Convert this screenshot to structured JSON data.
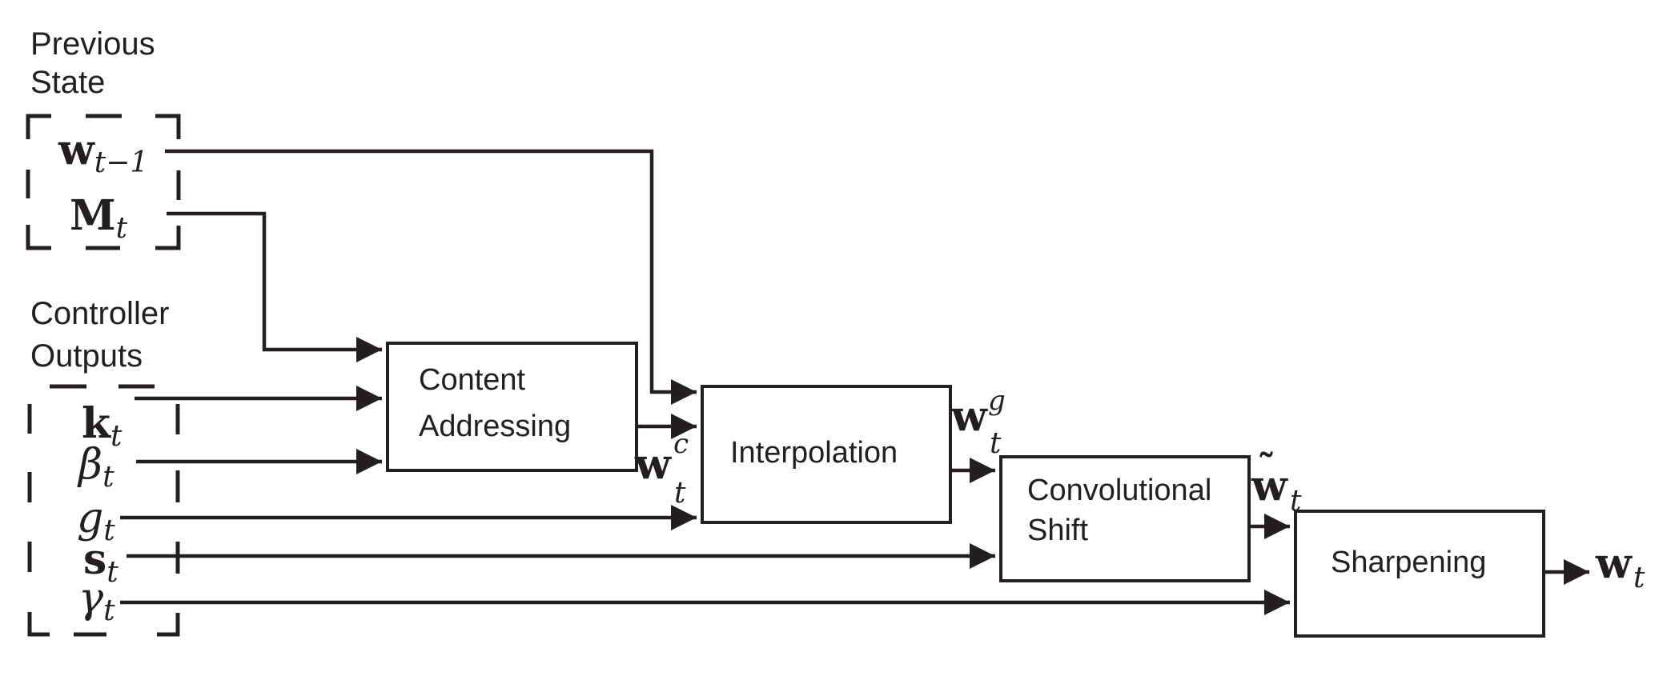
{
  "page": {
    "background": "#ffffff",
    "ink": "#231f20"
  },
  "groups": {
    "previous_state": {
      "line1": "Previous",
      "line2": "State"
    },
    "controller_outputs": {
      "line1": "Controller",
      "line2": "Outputs"
    }
  },
  "variables": {
    "w_prev": {
      "base": "w",
      "sub": "t−1"
    },
    "memory": {
      "base": "M",
      "sub": "t"
    },
    "key": {
      "base": "k",
      "sub": "t"
    },
    "beta": {
      "base": "β",
      "sub": "t"
    },
    "gate": {
      "base": "g",
      "sub": "t"
    },
    "shift": {
      "base": "s",
      "sub": "t"
    },
    "gamma": {
      "base": "γ",
      "sub": "t"
    }
  },
  "blocks": {
    "content_addressing": {
      "line1": "Content",
      "line2": "Addressing"
    },
    "interpolation": {
      "line1": "Interpolation"
    },
    "convolutional_shift": {
      "line1": "Convolutional",
      "line2": "Shift"
    },
    "sharpening": {
      "line1": "Sharpening"
    }
  },
  "signals": {
    "w_content": {
      "base": "w",
      "sup": "c",
      "sub": "t"
    },
    "w_gated": {
      "base": "w",
      "sup": "g",
      "sub": "t"
    },
    "w_shifted": {
      "accent": "˜",
      "base": "w",
      "sub": "t"
    },
    "w_final": {
      "base": "w",
      "sub": "t"
    }
  }
}
